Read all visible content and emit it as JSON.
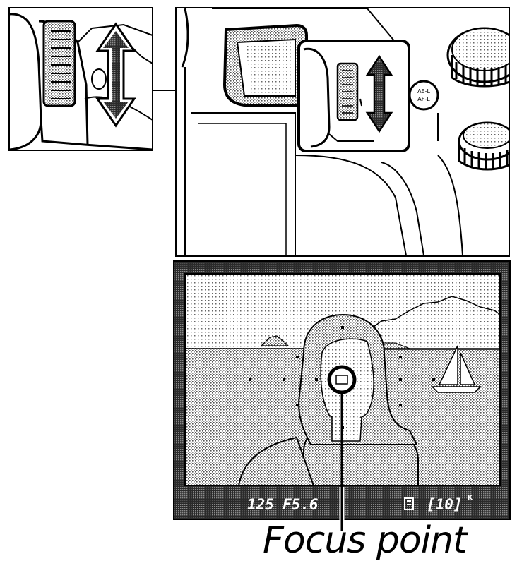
{
  "viewfinder": {
    "shutter_speed": "125",
    "aperture": "F5.6",
    "exposure_count": "[10]",
    "exposure_suffix": "K"
  },
  "camera": {
    "button_label_line1": "AE-L",
    "button_label_line2": "AF-L"
  },
  "caption": {
    "focus_point": "Focus point"
  },
  "colors": {
    "ink": "#000000",
    "paper": "#ffffff",
    "screen_tone": "#bdbdbd",
    "frame_tone": "#3c3c3c"
  }
}
